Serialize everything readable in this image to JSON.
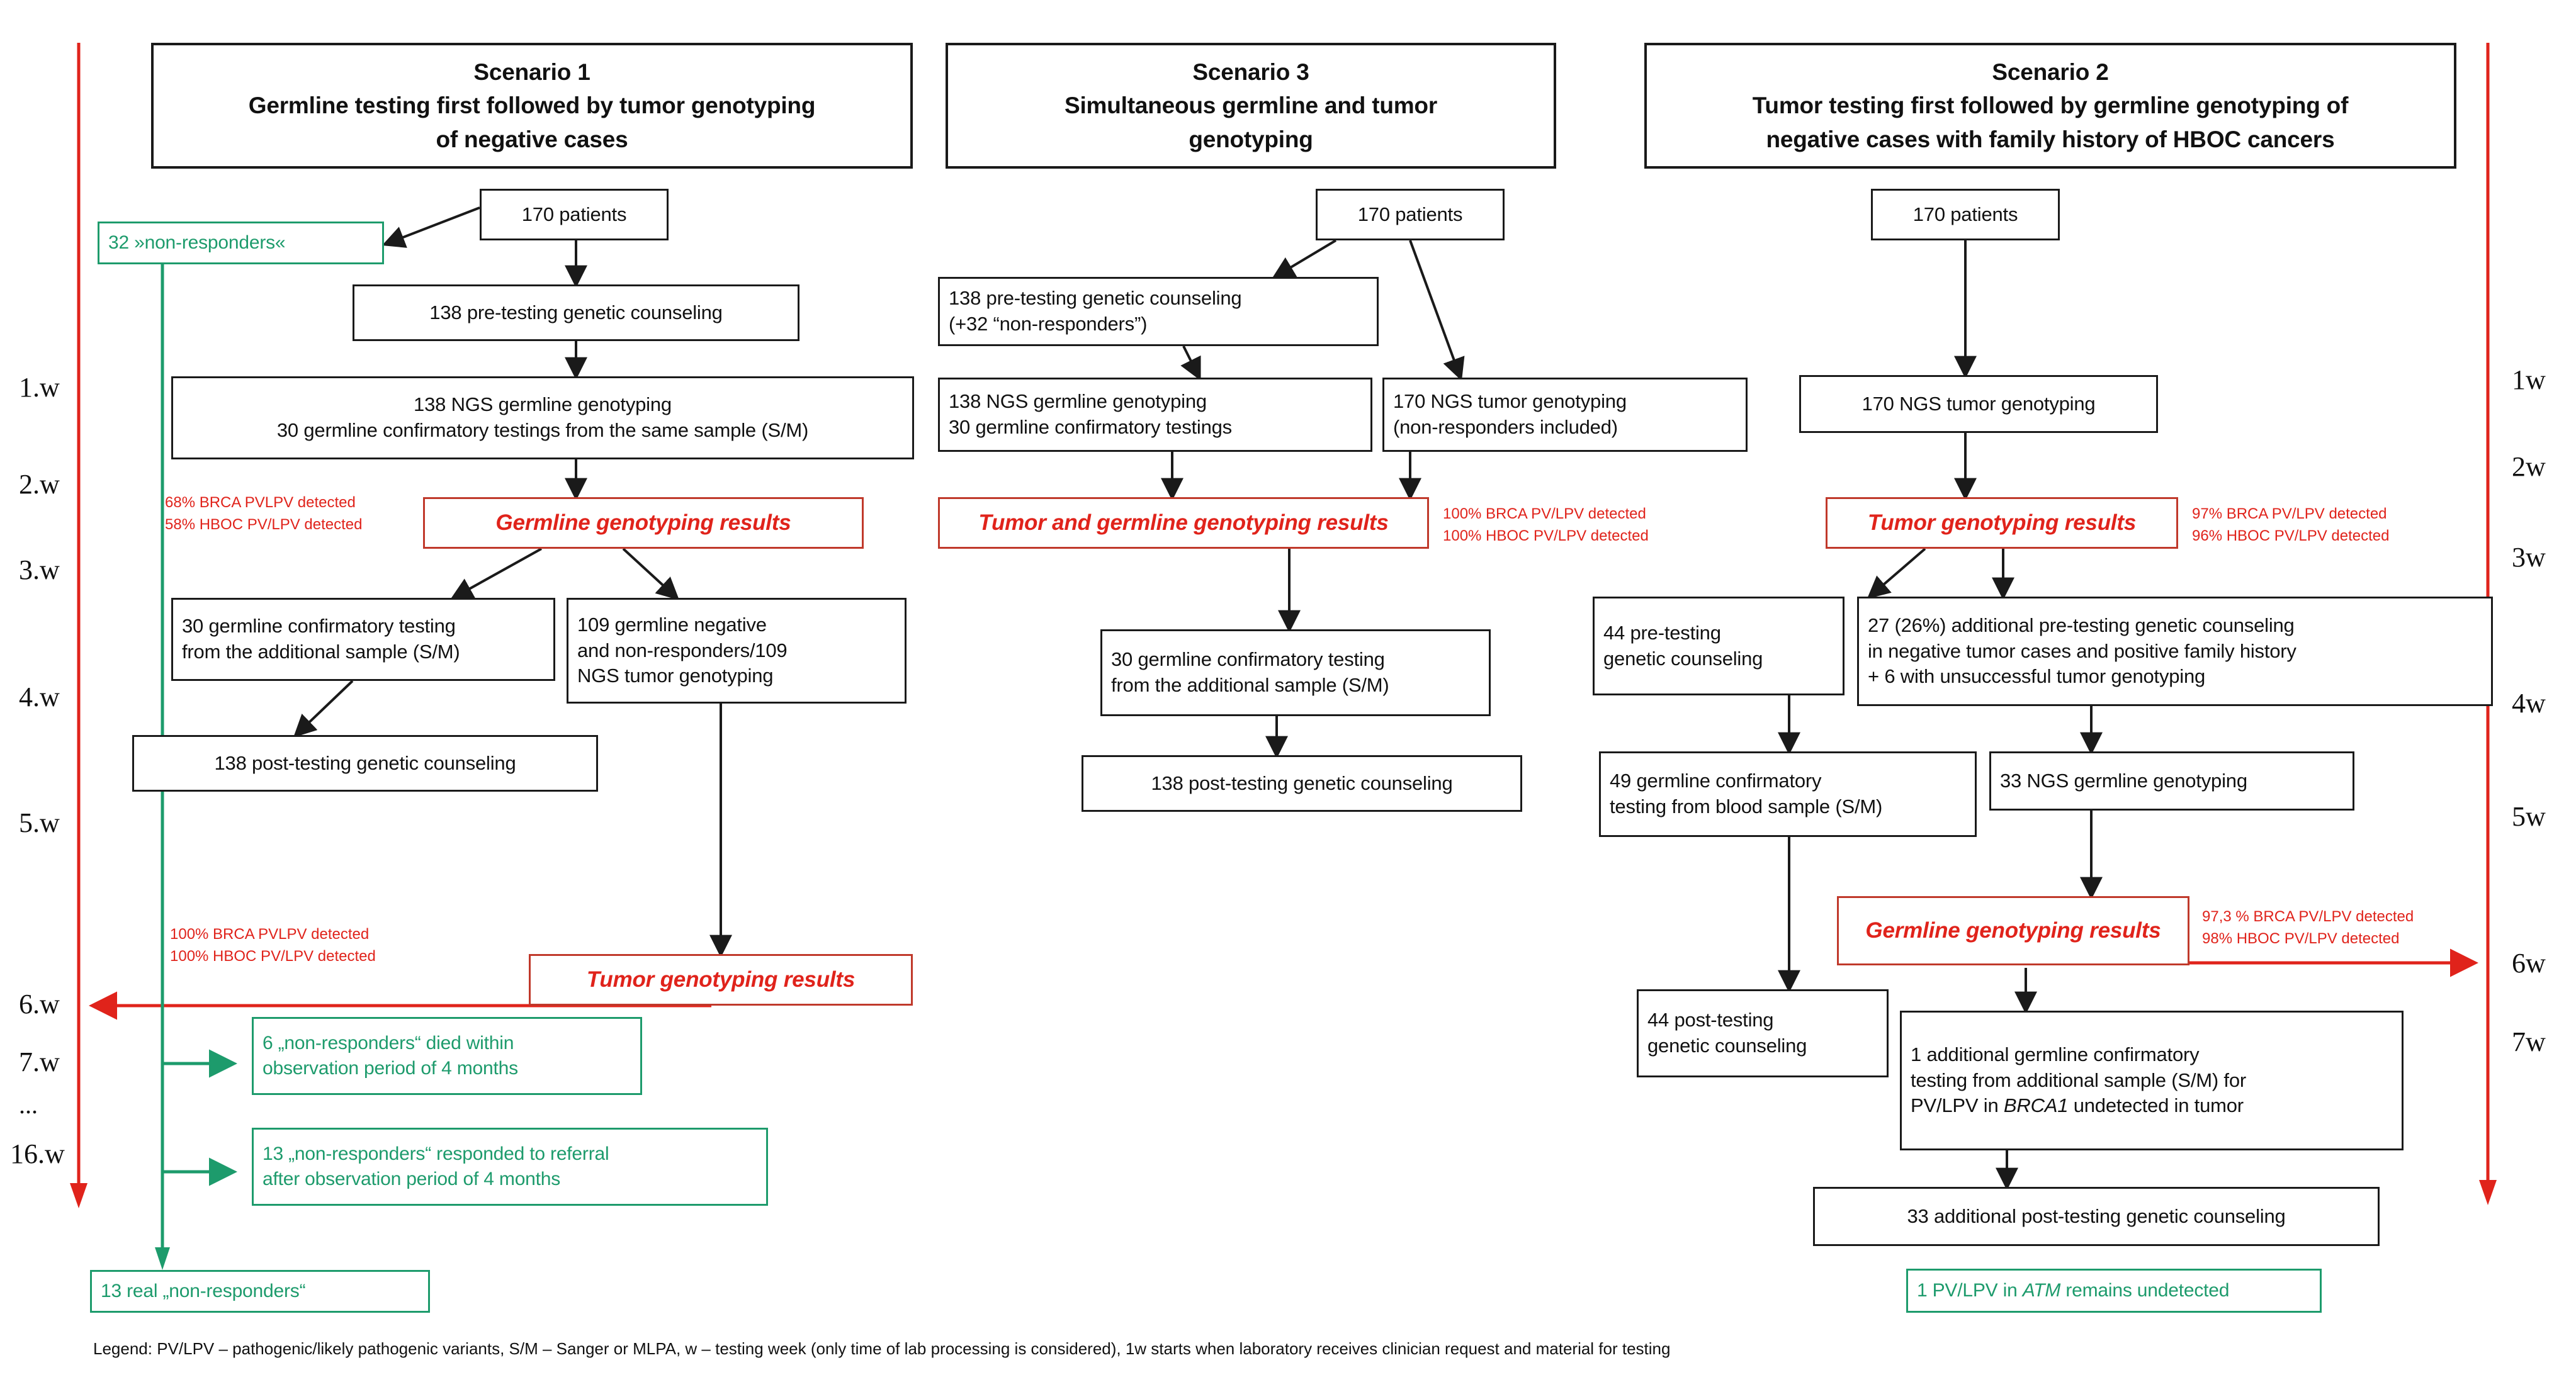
{
  "figure": {
    "legend": "Legend:  PV/LPV – pathogenic/likely pathogenic variants, S/M – Sanger or MLPA, w –  testing week  (only time of lab processing is considered), 1w starts when laboratory receives clinician request and material for testing",
    "colors": {
      "black": "#1a1a1a",
      "red": "#e0231b",
      "red_border": "#c0392b",
      "green": "#1d9b6c",
      "white": "#ffffff"
    }
  },
  "timeline_left": {
    "ticks": [
      "1.w",
      "2.w",
      "3.w",
      "4.w",
      "5.w",
      "6.w",
      "7.w",
      "...",
      "16.w"
    ]
  },
  "timeline_right": {
    "ticks": [
      "1w",
      "2w",
      "3w",
      "4w",
      "5w",
      "6w",
      "7w"
    ]
  },
  "scenario1": {
    "title_line1": "Scenario 1",
    "title_line2": "Germline testing first followed by tumor genotyping",
    "title_line3": "of negative cases",
    "nodes": {
      "patients": "170 patients",
      "non_responders": "32 »non-responders«",
      "pretest_counseling": "138 pre-testing genetic counseling",
      "ngs_germline_l1": "138 NGS  germline genotyping",
      "ngs_germline_l2": "30 germline confirmatory testings from the same sample (S/M)",
      "germline_results": "Germline genotyping results",
      "confirm_testing_l1": "30 germline confirmatory testing",
      "confirm_testing_l2": "from the additional sample (S/M)",
      "germline_negative_l1": "109 germline negative",
      "germline_negative_l2": "and non-responders/109",
      "germline_negative_l3": "NGS tumor genotyping",
      "post_counseling": "138 post-testing genetic counseling",
      "tumor_results": "Tumor genotyping results",
      "died_l1": "6 „non-responders“ died within",
      "died_l2": "observation period of 4 months",
      "responded_l1": "13 „non-responders“ responded to referral",
      "responded_l2": "after observation period of 4 months",
      "real_non_responders": "13 real „non-responders“"
    },
    "annotations": {
      "germline_pct_l1": "68% BRCA PVLPV detected",
      "germline_pct_l2": "58% HBOC PV/LPV detected",
      "tumor_pct_l1": "100% BRCA PVLPV detected",
      "tumor_pct_l2": "100% HBOC PV/LPV detected"
    }
  },
  "scenario3": {
    "title_line1": "Scenario 3",
    "title_line2": "Simultaneous germline and tumor",
    "title_line3": "genotyping",
    "nodes": {
      "patients": "170 patients",
      "pretest_counseling_l1": "138 pre-testing genetic counseling",
      "pretest_counseling_l2": "(+32 “non-responders”)",
      "ngs_germline_l1": "138 NGS  germline genotyping",
      "ngs_germline_l2": "30 germline confirmatory testings",
      "ngs_tumor_l1": "170 NGS tumor genotyping",
      "ngs_tumor_l2": "(non-responders included)",
      "results": "Tumor and germline genotyping results",
      "confirm_testing_l1": "30 germline confirmatory testing",
      "confirm_testing_l2": "from the additional sample (S/M)",
      "post_counseling": "138 post-testing genetic counseling"
    },
    "annotations": {
      "pct_l1": "100% BRCA PV/LPV detected",
      "pct_l2": "100% HBOC PV/LPV detected"
    }
  },
  "scenario2": {
    "title_line1": "Scenario 2",
    "title_line2": "Tumor testing first followed by germline genotyping of",
    "title_line3": "negative cases with family history of HBOC cancers",
    "nodes": {
      "patients": "170 patients",
      "ngs_tumor": "170 NGS  tumor genotyping",
      "tumor_results": "Tumor genotyping results",
      "pretest_counseling_l1": "44 pre-testing",
      "pretest_counseling_l2": "genetic counseling",
      "additional_counseling_l1": "27 (26%) additional  pre-testing genetic counseling",
      "additional_counseling_l2": "in negative tumor cases and positive family history",
      "additional_counseling_l3": "+ 6 with unsuccessful tumor genotyping",
      "confirm_testing_l1": "49 germline confirmatory",
      "confirm_testing_l2": "testing from blood sample (S/M)",
      "ngs_germline": "33 NGS germline genotyping",
      "germline_results": "Germline genotyping results",
      "post_counseling_l1": "44 post-testing",
      "post_counseling_l2": "genetic counseling",
      "addl_confirm_l1": "1 additional germline confirmatory",
      "addl_confirm_l2": "testing from additional sample (S/M) for",
      "addl_confirm_l3_pre": "PV/LPV in ",
      "addl_confirm_l3_gene": "BRCA1",
      "addl_confirm_l3_post": "  undetected  in tumor",
      "addl_post_counseling": "33 additional  post-testing genetic counseling",
      "undetected_pre": "1 PV/LPV in ",
      "undetected_gene": "ATM",
      "undetected_post": "  remains undetected"
    },
    "annotations": {
      "tumor_pct_l1": "97% BRCA PV/LPV detected",
      "tumor_pct_l2": "96% HBOC PV/LPV detected",
      "germline_pct_l1": "97,3 % BRCA PV/LPV detected",
      "germline_pct_l2": "98% HBOC PV/LPV detected"
    }
  }
}
